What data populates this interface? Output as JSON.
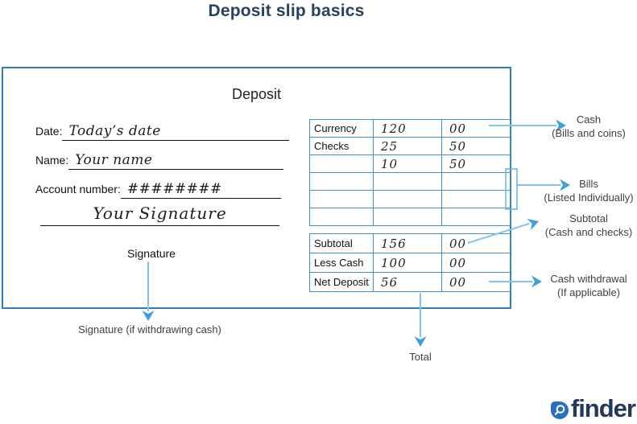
{
  "title": "Deposit slip basics",
  "slip": {
    "heading": "Deposit",
    "fields": [
      {
        "label": "Date:",
        "value": "Today’s date"
      },
      {
        "label": "Name:",
        "value": "Your name"
      },
      {
        "label": "Account number:",
        "value": "########"
      }
    ],
    "signature": {
      "handwritten": "Your Signature",
      "label": "Signature"
    },
    "table": {
      "entry_rows": [
        [
          "Currency",
          "120",
          "00"
        ],
        [
          "Checks",
          "25",
          "50"
        ],
        [
          "",
          "10",
          "50"
        ],
        [
          "",
          "",
          ""
        ],
        [
          "",
          "",
          ""
        ],
        [
          "",
          "",
          ""
        ]
      ],
      "summary_rows": [
        [
          "Subtotal",
          "156",
          "00"
        ],
        [
          "Less Cash",
          "100",
          "00"
        ],
        [
          "Net Deposit",
          "56",
          "00"
        ]
      ]
    }
  },
  "annotations": {
    "cash": {
      "line1": "Cash",
      "line2": "(Bills and coins)"
    },
    "bills": {
      "line1": "Bills",
      "line2": "(Listed Individually)"
    },
    "subtotal": {
      "line1": "Subtotal",
      "line2": "(Cash and checks)"
    },
    "cash_withdrawal": {
      "line1": "Cash withdrawal",
      "line2": "(If applicable)"
    },
    "signature_note": "Signature (if withdrawing cash)",
    "total_note": "Total"
  },
  "logo": {
    "wordmark": "finder",
    "icon": "magnifier-icon"
  },
  "colors": {
    "title_navy": "#28415f",
    "slip_border": "#2f7fbe",
    "table_border": "#4191d1",
    "arrow_line": "#84c3ec",
    "arrow_head": "#3d9fdf",
    "bracket": "#68b1e2",
    "annotation_text": "#3f3f3f",
    "logo_blue": "#2a70c2",
    "logo_navy": "#22395c"
  }
}
